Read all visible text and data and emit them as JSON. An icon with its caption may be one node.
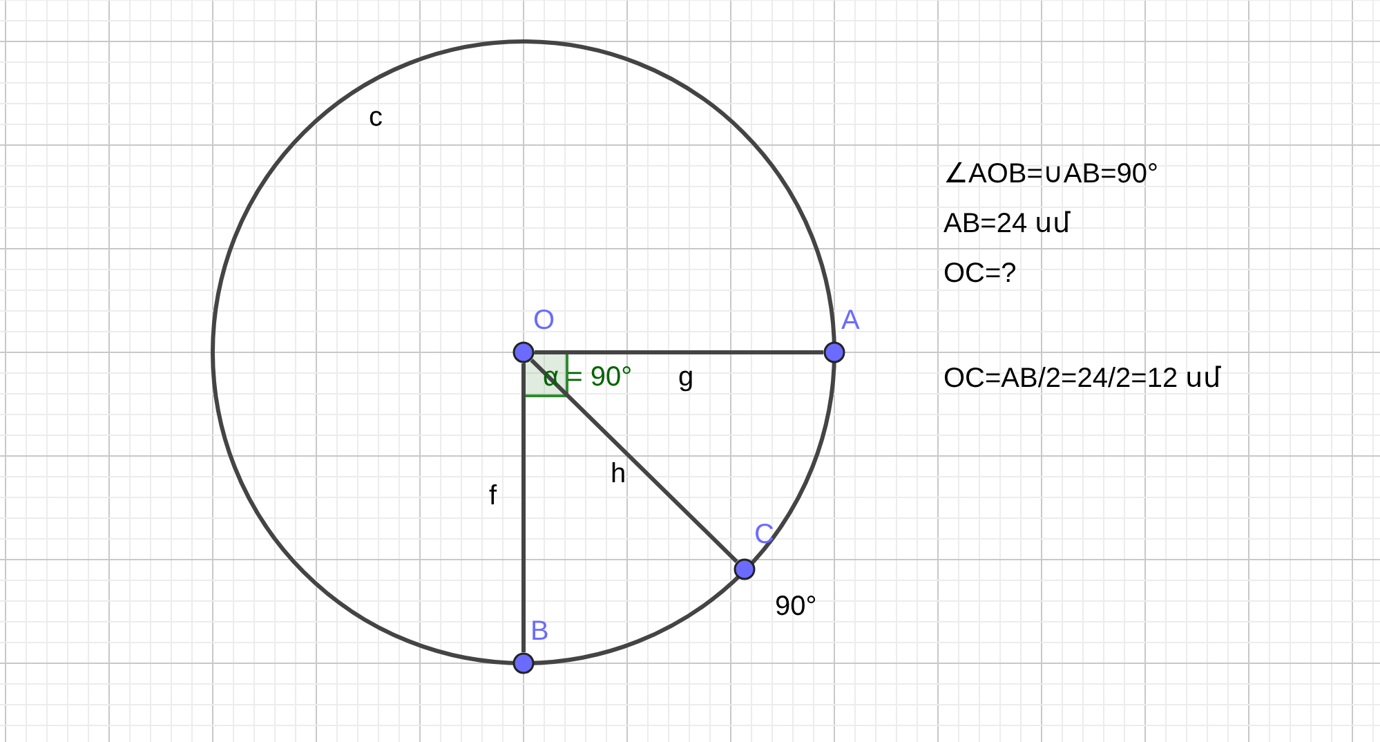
{
  "diagram": {
    "nodes": [
      {
        "text": [
          "O"
        ]
      },
      {
        "text": [
          "A"
        ]
      },
      {
        "text": [
          "B"
        ]
      },
      {
        "text": [
          "C"
        ]
      }
    ],
    "edges": [
      {
        "from": 0,
        "to": 1,
        "arrow": "none",
        "label": "g"
      },
      {
        "from": 0,
        "to": 2,
        "arrow": "none",
        "label": "f"
      },
      {
        "from": 0,
        "to": 3,
        "arrow": "none",
        "label": "h"
      }
    ],
    "labels": [
      "c",
      "∠AOB=∪AB=90°",
      "AB=24 սմ",
      "OC=?",
      "α = 90°",
      "OC=AB/2=24/2=12 սմ",
      "90°"
    ]
  }
}
